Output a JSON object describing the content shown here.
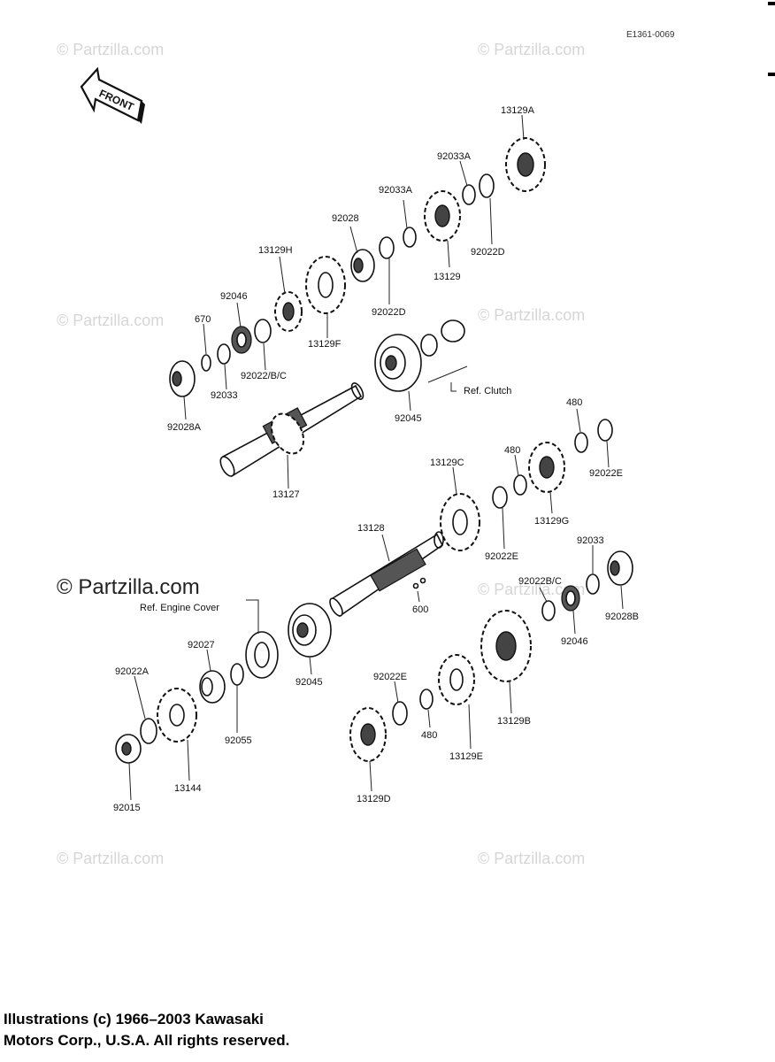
{
  "diagram_code": "E1361-0069",
  "front_label": "FRONT",
  "main_watermark": "© Partzilla.com",
  "faint_watermark": "© Partzilla.com",
  "copyright": {
    "line1": "Illustrations (c) 1966–2003 Kawasaki",
    "line2": "Motors Corp., U.S.A.  All rights reserved."
  },
  "refs": {
    "clutch": "Ref. Clutch",
    "engine_cover": "Ref. Engine Cover"
  },
  "labels": {
    "p13129A": "13129A",
    "p92033A_upper": "92033A",
    "p92033A_lower": "92033A",
    "p92022D_upper": "92022D",
    "p92028": "92028",
    "p13129": "13129",
    "p13129H": "13129H",
    "p92046_upper": "92046",
    "p92022D_lower": "92022D",
    "p670": "670",
    "p13129F": "13129F",
    "p92022BC_upper": "92022/B/C",
    "p92033_upper": "92033",
    "p92028A": "92028A",
    "p92045_upper": "92045",
    "p13127": "13127",
    "p480_a": "480",
    "p480_b": "480",
    "p92022E_right": "92022E",
    "p13129C": "13129C",
    "p13129G": "13129G",
    "p92022E_mid": "92022E",
    "p13128": "13128",
    "p92033_lower": "92033",
    "p92022BC_lower": "92022B/C",
    "p92028B": "92028B",
    "p600": "600",
    "p92046_lower": "92046",
    "p92027": "92027",
    "p92022A": "92022A",
    "p92045_lower": "92045",
    "p92022E_low": "92022E",
    "p13129B": "13129B",
    "p92055": "92055",
    "p480_c": "480",
    "p13129E": "13129E",
    "p13144": "13144",
    "p92015": "92015",
    "p13129D": "13129D"
  }
}
